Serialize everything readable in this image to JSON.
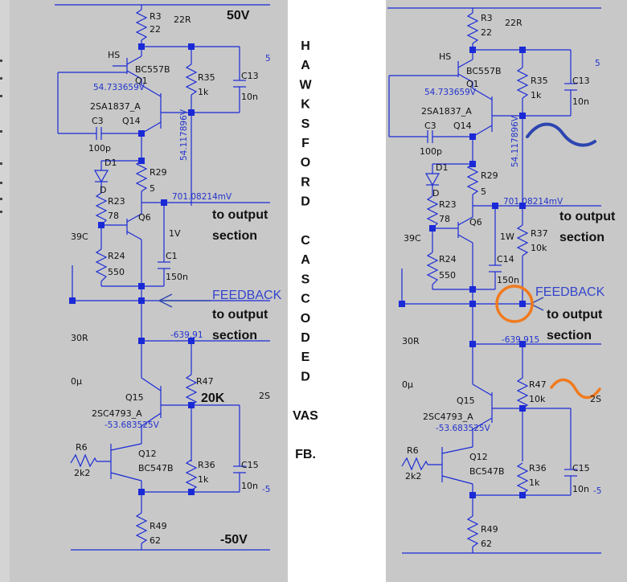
{
  "colors": {
    "panel_bg": "#c8c8c8",
    "page_bg": "#ffffff",
    "wire": "#1a2ad6",
    "text": "#111111",
    "net_label": "#2233cc",
    "annot_orange": "#f07a1e",
    "annot_blue": "#2c45b0"
  },
  "left_panel": {
    "rail_top": "50V",
    "rail_bottom": "-50V",
    "R3": "R3",
    "R3_v": "22",
    "R22": "22R",
    "HS": "HS",
    "Q1_part": "BC557B",
    "Q1": "Q1",
    "node1": "54.733659V",
    "R35": "R35",
    "R35_v": "1k",
    "C13": "C13",
    "C13_v": "10n",
    "Q14_part": "2SA1837_A",
    "Q14": "Q14",
    "C3": "C3",
    "C3_v": "100p",
    "node_vert": "54.117896V",
    "D1": "D1",
    "D": "D",
    "R29": "R29",
    "R29_v": "5",
    "R23": "R23",
    "R23_v": "78",
    "Q6": "Q6",
    "node2": "701.08214mV",
    "to_output_1a": "to output",
    "to_output_1b": "section",
    "onev": "1V",
    "C1": "C1",
    "C1_v": "150n",
    "R24": "R24",
    "R24_v": "550",
    "part39": "39C",
    "feedback": "FEEDBACK",
    "to_output_2a": "to output",
    "to_output_2b": "section",
    "part30": "30R",
    "node3": "-639.91",
    "mu": "0μ",
    "R47": "R47",
    "R47_v": "20K",
    "Q15": "Q15",
    "Q15_part": "2SC4793_A",
    "node4": "-53.683525V",
    "R6": "R6",
    "R6_v": "2k2",
    "Q12": "Q12",
    "Q12_part": "BC547B",
    "R36": "R36",
    "R36_v": "1k",
    "C15": "C15",
    "C15_v": "10n",
    "R49": "R49",
    "R49_v": "62",
    "edge_2s": "2S",
    "edge_5": "5",
    "edge_m5": "-5"
  },
  "vertical_title": [
    "H",
    "A",
    "W",
    "K",
    "S",
    "F",
    "O",
    "R",
    "D",
    "",
    "C",
    "A",
    "S",
    "C",
    "O",
    "D",
    "E",
    "D",
    "",
    "VAS",
    "",
    "FB."
  ],
  "right_panel": {
    "R3": "R3",
    "R3_v": "22",
    "R22": "22R",
    "HS": "HS",
    "Q1_part": "BC557B",
    "Q1": "Q1",
    "node1": "54.733659V",
    "R35": "R35",
    "R35_v": "1k",
    "C13": "C13",
    "C13_v": "10n",
    "Q14_part": "2SA1837_A",
    "Q14": "Q14",
    "C3": "C3",
    "C3_v": "100p",
    "node_vert": "54.117896V",
    "D1": "D1",
    "D": "D",
    "R29": "R29",
    "R29_v": "5",
    "R23": "R23",
    "R23_v": "78",
    "Q6": "Q6",
    "node2": "701.08214mV",
    "to_output_1a": "to output",
    "to_output_1b": "section",
    "onew": "1W",
    "R37": "R37",
    "R37_v": "10k",
    "C14": "C14",
    "C14_v": "150n",
    "R24": "R24",
    "R24_v": "550",
    "part39": "39C",
    "feedback": "FEEDBACK",
    "to_output_2a": "to output",
    "to_output_2b": "section",
    "part30": "30R",
    "node3": "-639.915",
    "mu": "0μ",
    "R47": "R47",
    "R47_v": "10k",
    "Q15": "Q15",
    "Q15_part": "2SC4793_A",
    "node4": "-53.683525V",
    "R6": "R6",
    "R6_v": "2k2",
    "Q12": "Q12",
    "Q12_part": "BC547B",
    "R36": "R36",
    "R36_v": "1k",
    "C15": "C15",
    "C15_v": "10n",
    "R49": "R49",
    "R49_v": "62",
    "edge_5": "5",
    "edge_2s": "2S",
    "edge_m5": "-5"
  }
}
